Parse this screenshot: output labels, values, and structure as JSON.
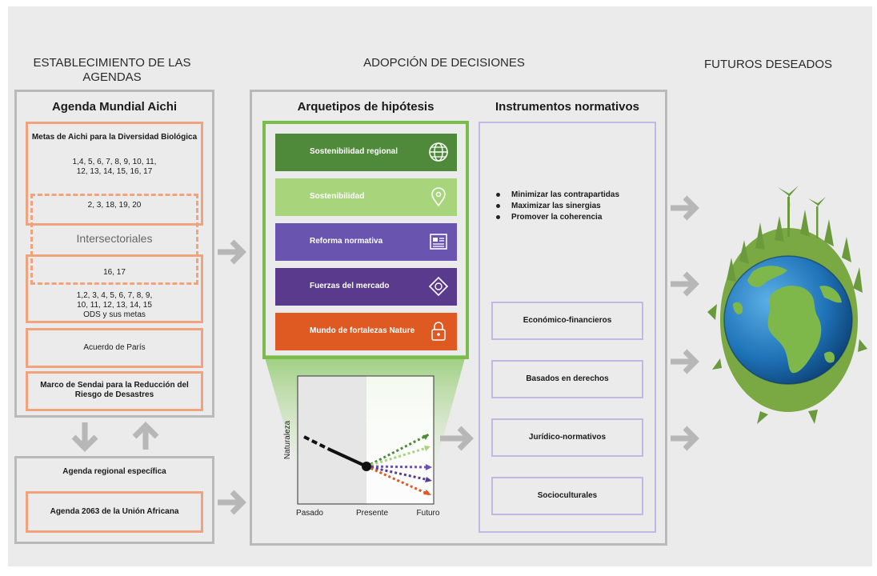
{
  "headers": {
    "col1": "ESTABLECIMIENTO DE LAS AGENDAS",
    "col2": "ADOPCIÓN DE DECISIONES",
    "col3": "FUTUROS DESEADOS"
  },
  "agenda_global": {
    "title": "Agenda Mundial Aichi",
    "aichi_title": "Metas de Aichi para la Diversidad Biológica",
    "aichi_numbers_line1": "1,4, 5, 6, 7, 8, 9, 10, 11,",
    "aichi_numbers_line2": "12, 13, 14, 15, 16, 17",
    "overlap_aichi": "2, 3, 18, 19, 20",
    "intersectoral": "Intersectoriales",
    "overlap_ods": "16, 17",
    "ods_numbers_line1": "1,2, 3, 4, 5, 6, 7, 8, 9,",
    "ods_numbers_line2": "10, 11, 12, 13, 14, 15",
    "ods_label": "ODS y sus metas",
    "paris": "Acuerdo de París",
    "sendai_line1": "Marco de Sendai para la Reducción del",
    "sendai_line2": "Riesgo de Desastres"
  },
  "agenda_regional": {
    "title": "Agenda regional específica",
    "item": "Agenda 2063 de la Unión Africana"
  },
  "archetypes": {
    "title": "Arquetipos de hipótesis",
    "items": [
      {
        "label": "Sostenibilidad regional",
        "color": "#4f8a3a",
        "icon": "globe-icon"
      },
      {
        "label": "Sostenibilidad",
        "color": "#a8d57c",
        "icon": "location-pin-icon"
      },
      {
        "label": "Reforma normativa",
        "color": "#6955b0",
        "icon": "document-icon"
      },
      {
        "label": "Fuerzas del mercado",
        "color": "#5a3a8c",
        "icon": "money-icon"
      },
      {
        "label": "Mundo de fortalezas Nature",
        "color": "#de5a22",
        "icon": "padlock-icon"
      }
    ]
  },
  "scenario_chart": {
    "ylabel": "Naturaleza",
    "x_ticks": [
      "Pasado",
      "Presente",
      "Futuro"
    ]
  },
  "instruments": {
    "title": "Instrumentos normativos",
    "bullets": [
      "Minimizar las contrapartidas",
      "Maximizar las sinergias",
      "Promover la coherencia"
    ],
    "types": [
      "Económico-financieros",
      "Basados en derechos",
      "Jurídico-normativos",
      "Socioculturales"
    ]
  },
  "colors": {
    "gray_border": "#b9b9b9",
    "orange": "#f0a37c",
    "purple": "#c3b7e3",
    "green": "#7cbc4c",
    "arrow": "#b7b7b7"
  }
}
